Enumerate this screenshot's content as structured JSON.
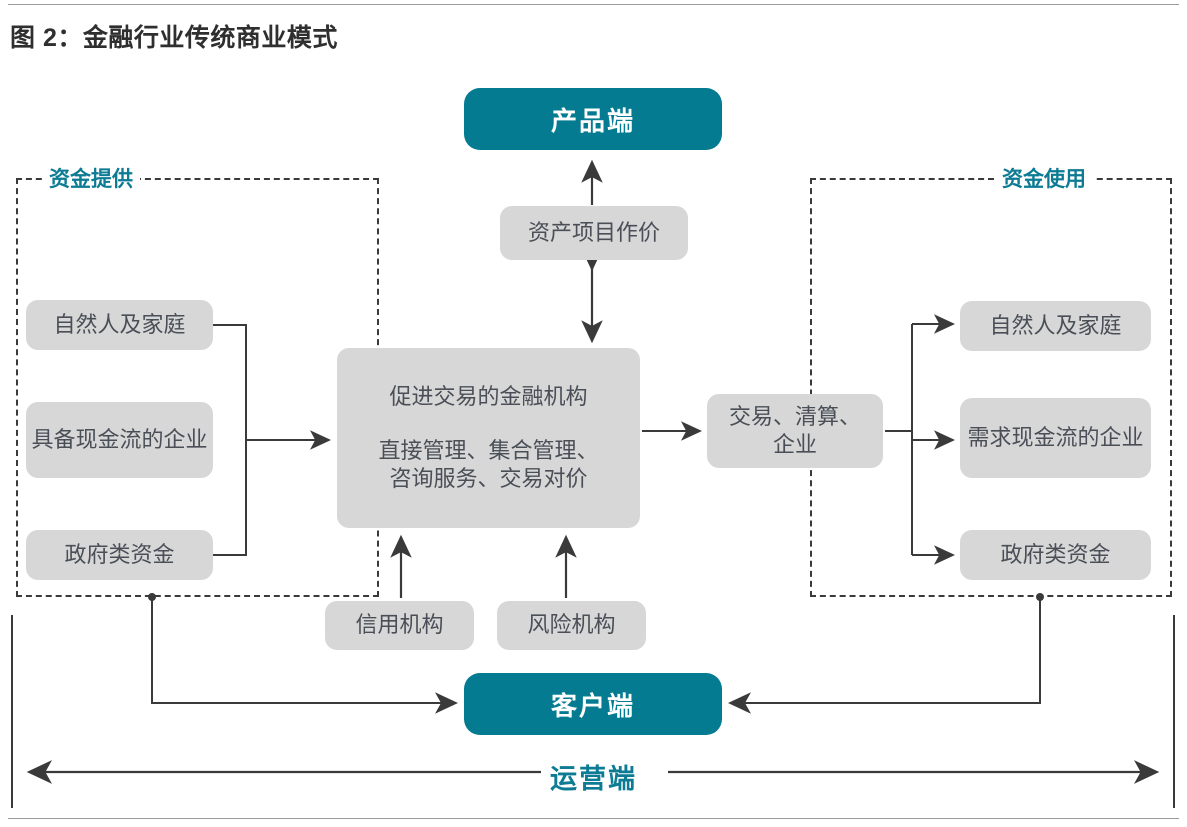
{
  "figure": {
    "title": "图 2：金融行业传统商业模式",
    "accent_teal": "#047b91",
    "node_grey": "#d7d7d7",
    "node_text": "#4a4f57",
    "line_color": "#3a3a3a"
  },
  "groups": {
    "left": {
      "label": "资金提供"
    },
    "right": {
      "label": "资金使用"
    }
  },
  "endpoints": {
    "product": "产品端",
    "client": "客户端",
    "operations": "运营端"
  },
  "supply_side": {
    "items": [
      {
        "label": "自然人及家庭"
      },
      {
        "label": "具备现金流的企业"
      },
      {
        "label": "政府类资金"
      }
    ]
  },
  "demand_side": {
    "items": [
      {
        "label": "自然人及家庭"
      },
      {
        "label": "需求现金流的企业"
      },
      {
        "label": "政府类资金"
      }
    ]
  },
  "center": {
    "headline": "促进交易的金融机构",
    "detail_line_1": "直接管理、集合管理、",
    "detail_line_2": "咨询服务、交易对价"
  },
  "asset_pricing": {
    "label": "资产项目作价"
  },
  "trade": {
    "line_1": "交易、清算、",
    "line_2": "企业"
  },
  "support": {
    "credit": "信用机构",
    "risk": "风险机构"
  }
}
